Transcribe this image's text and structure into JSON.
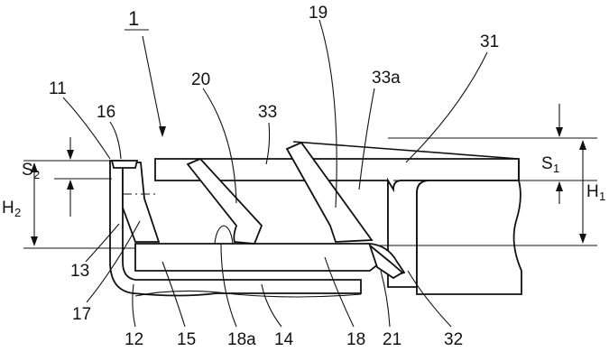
{
  "labels": {
    "assembly": "1",
    "n11": "11",
    "n12": "12",
    "n13": "13",
    "n14": "14",
    "n15": "15",
    "n16": "16",
    "n17": "17",
    "n18": "18",
    "n18a": "18a",
    "n19": "19",
    "n20": "20",
    "n21": "21",
    "n31": "31",
    "n32": "32",
    "n33": "33",
    "n33a": "33a",
    "H1": "H",
    "H1_sub": "1",
    "H2": "H",
    "H2_sub": "2",
    "S1": "S",
    "S1_sub": "1",
    "S2": "S",
    "S2_sub": "2"
  }
}
